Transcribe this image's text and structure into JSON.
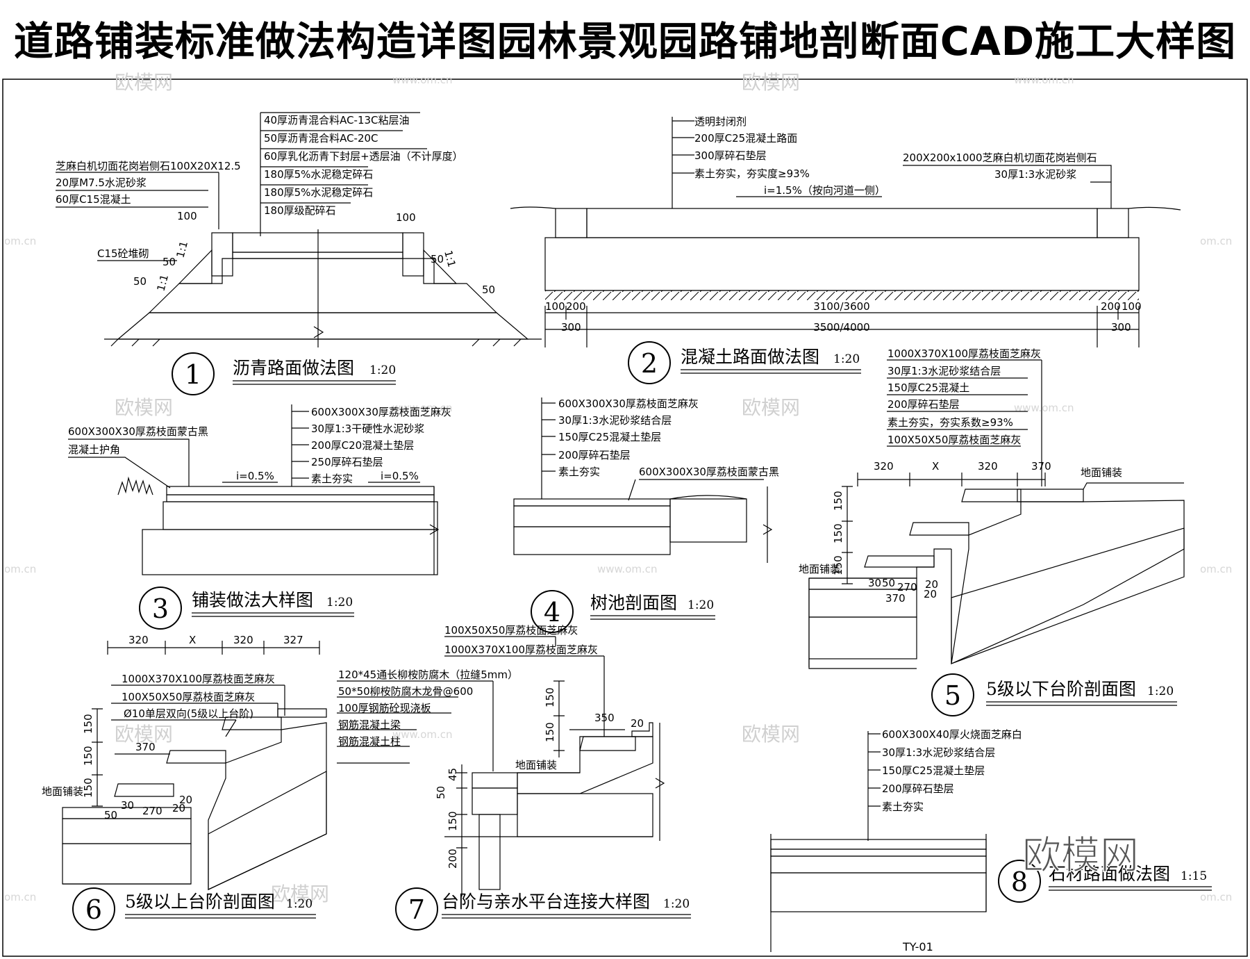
{
  "title": "道路铺装标准做法构造详图园林景观园路铺地剖断面CAD施工大样图",
  "sheet_no": "TY-01",
  "watermark": {
    "brand": "欧模网",
    "url": "www.om.cn",
    "side": "om.cn",
    "big": "欧模网"
  },
  "details": [
    {
      "num": "1",
      "caption": "沥青路面做法图",
      "scale": "1:20",
      "layers": [
        "40厚沥青混合料AC-13C粘层油",
        "50厚沥青混合料AC-20C",
        "60厚乳化沥青下封层+透层油（不计厚度）",
        "180厚5%水泥稳定碎石",
        "180厚5%水泥稳定碎石",
        "180厚级配碎石"
      ],
      "curb_notes": [
        "芝麻白机切面花岗岩侧石100X20X12.5",
        "20厚M7.5水泥砂浆",
        "60厚C15混凝土"
      ],
      "notes": [
        "C15砼堆砌"
      ],
      "dims": [
        "100",
        "100",
        "50",
        "50",
        "50",
        "50",
        "1:1",
        "1:1",
        "1:1"
      ]
    },
    {
      "num": "2",
      "caption": "混凝土路面做法图",
      "scale": "1:20",
      "layers": [
        "透明封闭剂",
        "200厚C25混凝土路面",
        "300厚碎石垫层",
        "素土夯实，夯实度≥93%"
      ],
      "side_notes": [
        "200X200x1000芝麻白机切面花岗岩侧石",
        "30厚1:3水泥砂浆"
      ],
      "slope": "i=1.5%（按向河道一侧）",
      "dims": [
        "100",
        "200",
        "3100/3600",
        "200",
        "100",
        "300",
        "3500/4000",
        "300"
      ]
    },
    {
      "num": "3",
      "caption": "铺装做法大样图",
      "scale": "1:20",
      "layers": [
        "600X300X30厚荔枝面芝麻灰",
        "30厚1:3干硬性水泥砂浆",
        "200厚C20混凝土垫层",
        "250厚碎石垫层",
        "素土夯实"
      ],
      "side_notes": [
        "600X300X30厚荔枝面蒙古黑",
        "混凝土护角"
      ],
      "slopes": [
        "i=0.5%",
        "i=0.5%"
      ]
    },
    {
      "num": "4",
      "caption": "树池剖面图",
      "scale": "1:20",
      "layers": [
        "600X300X30厚荔枝面芝麻灰",
        "30厚1:3水泥砂浆结合层",
        "150厚C25混凝土垫层",
        "200厚碎石垫层",
        "素土夯实"
      ],
      "side_notes": [
        "600X300X30厚荔枝面蒙古黑"
      ]
    },
    {
      "num": "5",
      "caption": "5级以下台阶剖面图",
      "scale": "1:20",
      "layers": [
        "1000X370X100厚荔枝面芝麻灰",
        "30厚1:3水泥砂浆结合层",
        "150厚C25混凝土",
        "200厚碎石垫层",
        "素土夯实，夯实系数≥93%",
        "100X50X50厚荔枝面芝麻灰"
      ],
      "labels": [
        "地面铺装",
        "地面铺装"
      ],
      "dims": [
        "320",
        "X",
        "320",
        "370",
        "150",
        "150",
        "150",
        "30",
        "50",
        "270",
        "20",
        "20",
        "370"
      ]
    },
    {
      "num": "6",
      "caption": "5级以上台阶剖面图",
      "scale": "1:20",
      "layers": [
        "1000X370X100厚荔枝面芝麻灰",
        "100X50X50厚荔枝面芝麻灰",
        "Ø10单层双向(5级以上台阶)"
      ],
      "labels": [
        "地面铺装"
      ],
      "dims": [
        "320",
        "X",
        "320",
        "327",
        "370",
        "150",
        "150",
        "150",
        "50",
        "270",
        "20",
        "20",
        "30"
      ]
    },
    {
      "num": "7",
      "caption": "台阶与亲水平台连接大样图",
      "scale": "1:20",
      "layers": [
        "100X50X50厚荔枝面芝麻灰",
        "1000X370X100厚荔枝面芝麻灰",
        "120*45通长柳桉防腐木（拉缝5mm）",
        "50*50柳桉防腐木龙骨@600",
        "100厚钢筋砼现浇板",
        "钢筋混凝土梁",
        "钢筋混凝土柱"
      ],
      "labels": [
        "地面铺装"
      ],
      "dims": [
        "350",
        "20",
        "150",
        "150",
        "45",
        "50",
        "150",
        "200"
      ]
    },
    {
      "num": "8",
      "caption": "石材路面做法图",
      "scale": "1:15",
      "layers": [
        "600X300X40厚火烧面芝麻白",
        "30厚1:3水泥砂浆结合层",
        "150厚C25混凝土垫层",
        "200厚碎石垫层",
        "素土夯实"
      ]
    }
  ]
}
